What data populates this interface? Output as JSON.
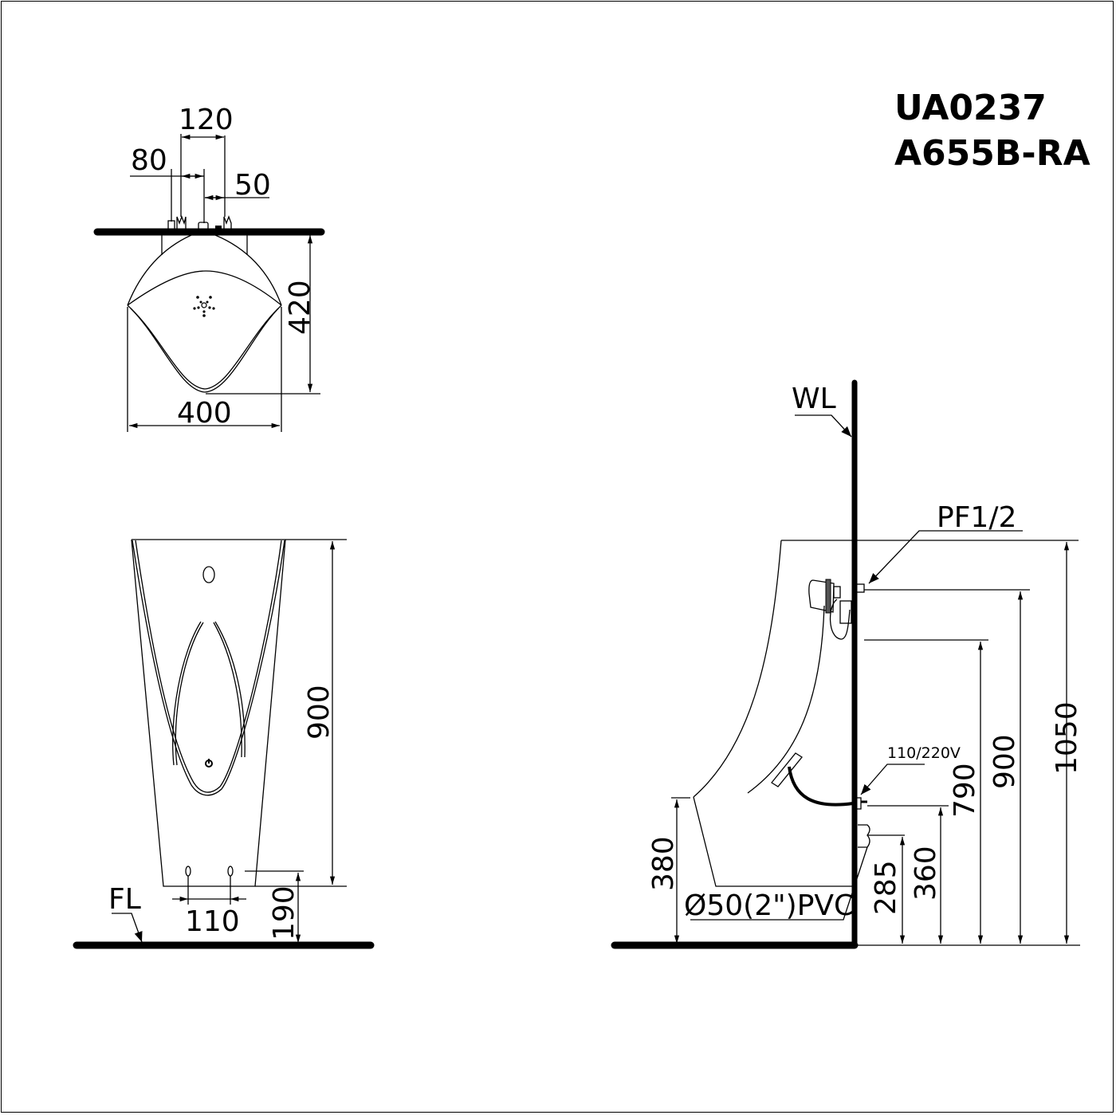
{
  "title": {
    "model_1": "UA0237",
    "model_2": "A655B-RA"
  },
  "top_view": {
    "dim_120": "120",
    "dim_80": "80",
    "dim_50": "50",
    "dim_420": "420",
    "dim_400": "400"
  },
  "front_view": {
    "dim_900": "900",
    "dim_110": "110",
    "dim_190": "190",
    "floor_label": "FL"
  },
  "side_view": {
    "wall_label": "WL",
    "inlet_label": "PF1/2",
    "power_label": "110/220V",
    "drain_label": "Ø50(2\")PVC",
    "dim_1050": "1050",
    "dim_900": "900",
    "dim_790": "790",
    "dim_360": "360",
    "dim_285": "285",
    "dim_380": "380"
  },
  "colors": {
    "line": "#000000",
    "background": "#ffffff"
  }
}
